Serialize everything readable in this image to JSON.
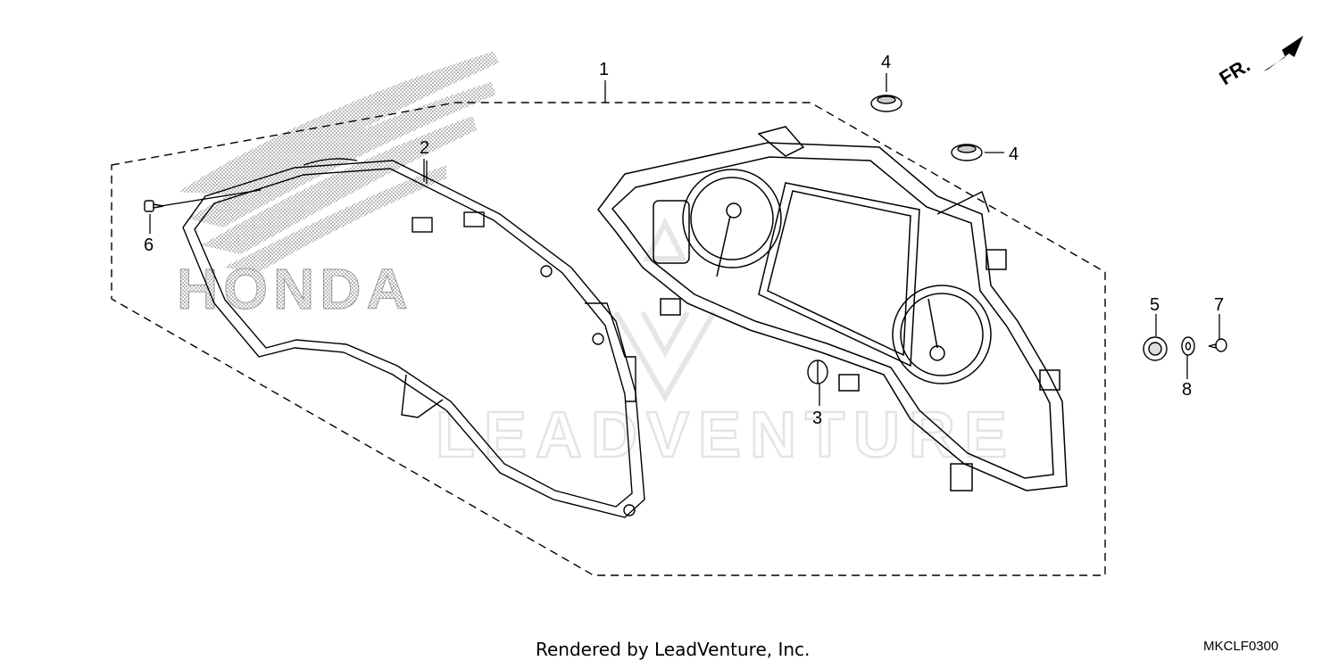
{
  "diagram": {
    "watermark_text": "LEADVENTURE",
    "brand_watermark": "HONDA",
    "direction_label": "FR.",
    "callouts": [
      {
        "id": "callout-1",
        "label": "1"
      },
      {
        "id": "callout-2",
        "label": "2"
      },
      {
        "id": "callout-3",
        "label": "3"
      },
      {
        "id": "callout-4a",
        "label": "4"
      },
      {
        "id": "callout-4b",
        "label": "4"
      },
      {
        "id": "callout-5",
        "label": "5"
      },
      {
        "id": "callout-6",
        "label": "6"
      },
      {
        "id": "callout-7",
        "label": "7"
      },
      {
        "id": "callout-8",
        "label": "8"
      }
    ]
  },
  "footer": {
    "rendered_by": "Rendered by LeadVenture, Inc.",
    "diagram_code": "MKCLF0300"
  }
}
